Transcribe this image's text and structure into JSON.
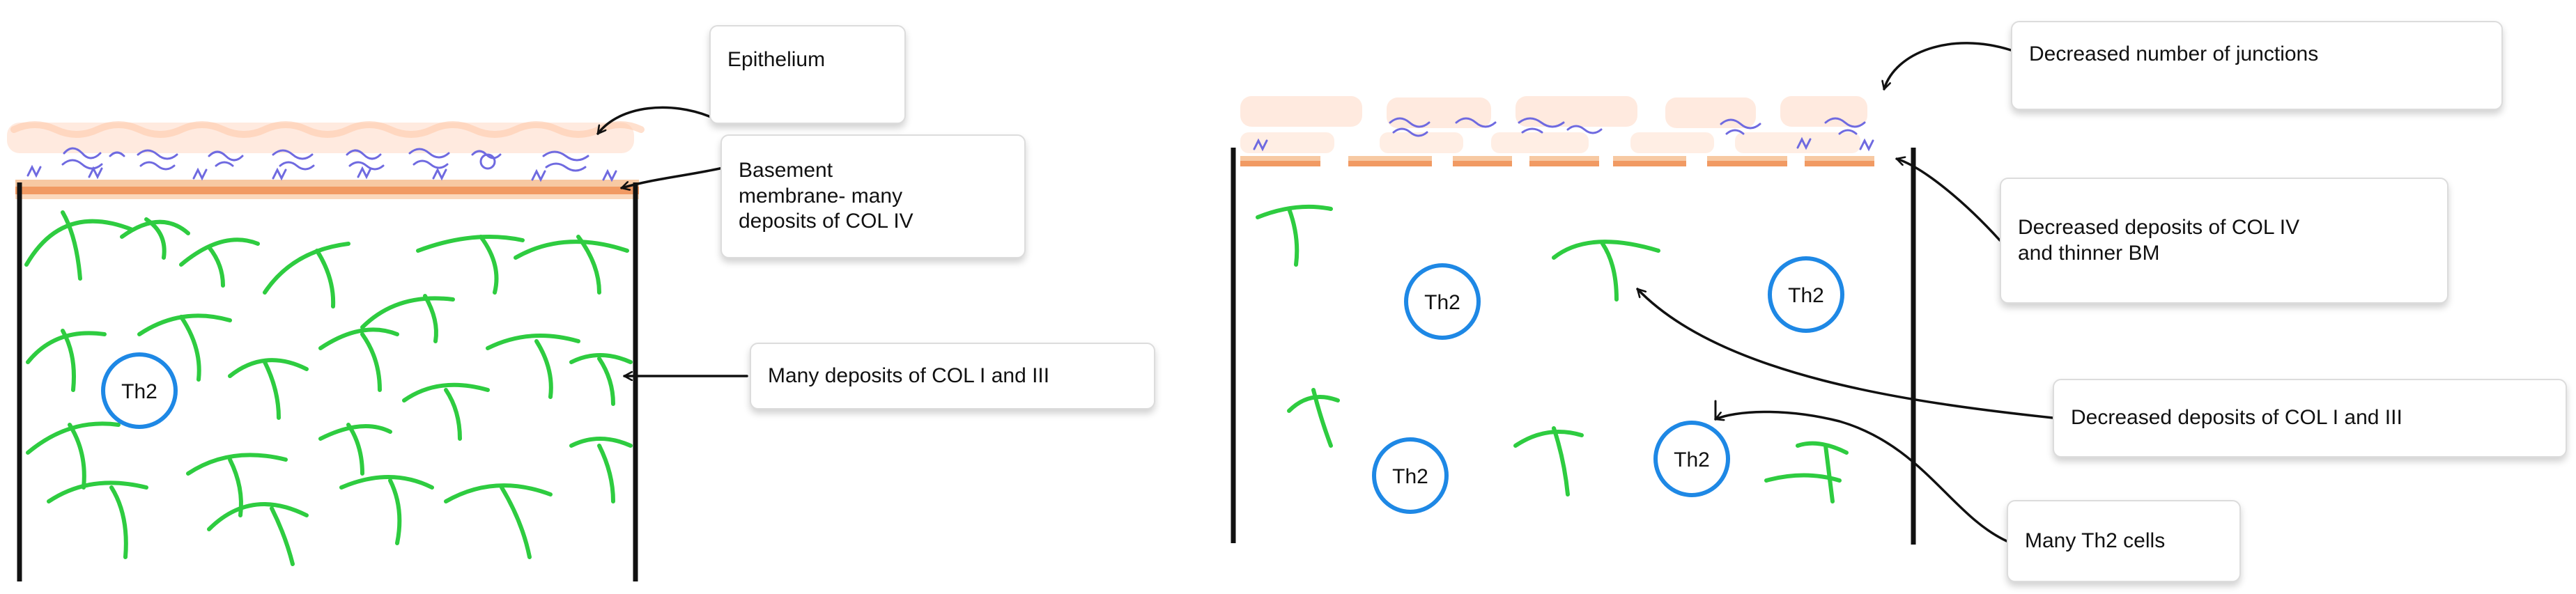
{
  "colors": {
    "epithelium": "#fbe0d0",
    "epithelium_fade": "#ffd2b8",
    "basement_membrane": "#f6a774",
    "collagen": "#2ecc40",
    "th2_outline": "#1e88e5",
    "wall": "#111111",
    "junctions": "#6f6ae0"
  },
  "icons": {
    "arrows": "curved-arrow"
  },
  "left_panel": {
    "cells": [
      {
        "label": "Th2"
      }
    ],
    "callouts": {
      "epithelium": "Epithelium",
      "basement_membrane": "Basement\nmembrane- many\ndeposits of COL IV",
      "collagen": "Many deposits of COL I and III"
    }
  },
  "right_panel": {
    "cells": [
      {
        "label": "Th2"
      },
      {
        "label": "Th2"
      },
      {
        "label": "Th2"
      },
      {
        "label": "Th2"
      }
    ],
    "callouts": {
      "junctions": "Decreased number of junctions",
      "basement_membrane": "Decreased deposits of COL IV\nand thinner BM",
      "collagen": "Decreased deposits of COL I and III",
      "th2": "Many Th2 cells"
    }
  }
}
